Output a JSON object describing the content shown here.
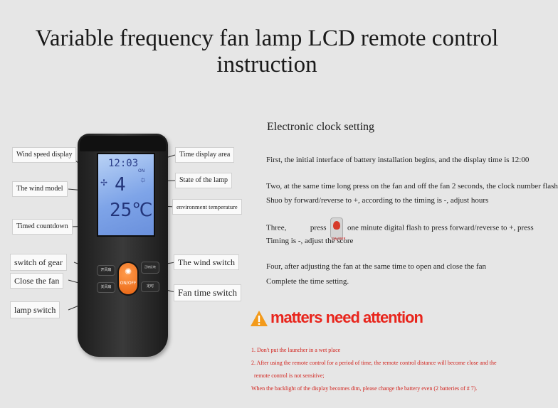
{
  "title": "Variable frequency fan lamp LCD remote control instruction",
  "labels": {
    "wind_speed_display": "Wind speed display",
    "wind_model": "The wind model",
    "timed_countdown": "Timed countdown",
    "switch_of_gear": "switch of gear",
    "close_the_fan": "Close the fan",
    "lamp_switch": "lamp switch",
    "time_display_area": "Time display area",
    "state_of_lamp": "State of the lamp",
    "environment_temperature": "environment temperature",
    "wind_switch": "The wind switch",
    "fan_time_switch": "Fan time switch"
  },
  "remote": {
    "lcd_time": "12:03",
    "lcd_on": "ON",
    "lcd_gear": "4",
    "lcd_temp": "25℃",
    "power_on": "ON",
    "power_off": "OFF",
    "btn_gear": "开风扇",
    "btn_close": "关风扇",
    "btn_wind": "正转反转",
    "btn_timer": "定时"
  },
  "clock": {
    "heading": "Electronic clock setting",
    "p1": "First, the initial interface of battery installation begins, and the display time is 12:00",
    "p2a": "Two, at the same time long press on the fan and off the fan 2 seconds, the clock number flash",
    "p2b": "Shuo by forward/reverse to +, according to the timing is -, adjust hours",
    "p3_three": "Three,",
    "p3_press": "press",
    "p3_icon_label": "ON/OFF",
    "p3_rest": "one minute digital flash to press forward/reverse to +, press",
    "p3b": "Timing is -, adjust the score",
    "p4a": "Four, after adjusting the fan at the same time to open and close the fan",
    "p4b": "Complete the time setting."
  },
  "attention": {
    "heading": "matters need attention",
    "n1": "1. Don't put the launcher in a wet place",
    "n2a": "2. After using the remote control for a period of time, the remote control distance will become close and the",
    "n2b": "remote control is not sensitive;",
    "n3": "When the backlight of the display becomes dim, please change the battery even (2 batteries of # 7).",
    "color": "#e8251c"
  }
}
